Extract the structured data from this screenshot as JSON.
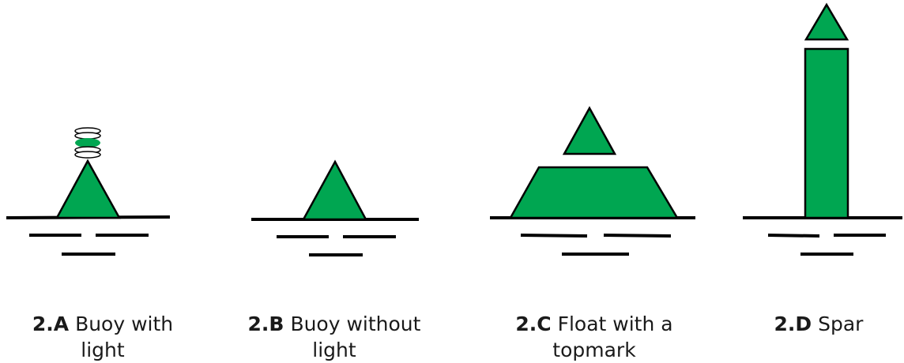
{
  "colors": {
    "marker_fill": "#00a651",
    "outline": "#000000",
    "background": "#ffffff"
  },
  "markers": [
    {
      "id": "2.A",
      "type": "buoy-with-light",
      "code": "2.A",
      "label_line1": "Buoy with",
      "label_line2": "light"
    },
    {
      "id": "2.B",
      "type": "buoy-without-light",
      "code": "2.B",
      "label_line1": "Buoy without",
      "label_line2": "light"
    },
    {
      "id": "2.C",
      "type": "float-with-topmark",
      "code": "2.C",
      "label_line1": "Float with a",
      "label_line2": "topmark"
    },
    {
      "id": "2.D",
      "type": "spar",
      "code": "2.D",
      "label_line1": "Spar",
      "label_line2": ""
    }
  ]
}
